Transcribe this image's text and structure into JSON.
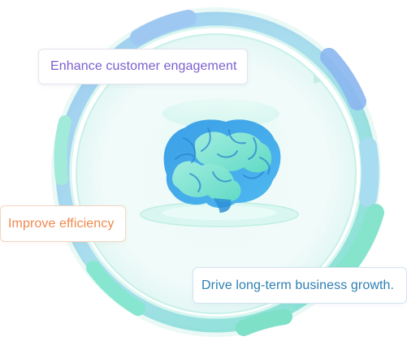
{
  "diagram": {
    "labels": {
      "engage": "Enhance customer engagement",
      "efficiency": "Improve efficiency",
      "growth": "Drive long-term business growth."
    }
  },
  "colors": {
    "engage_text": "#7b5fd0",
    "efficiency_text": "#f0894e",
    "growth_text": "#2e7fb4",
    "ring_teal": "#7fe0cf",
    "ring_blue": "#8cc2ee",
    "brain_blue": "#3aa6e8",
    "brain_teal": "#7fe8d2"
  }
}
